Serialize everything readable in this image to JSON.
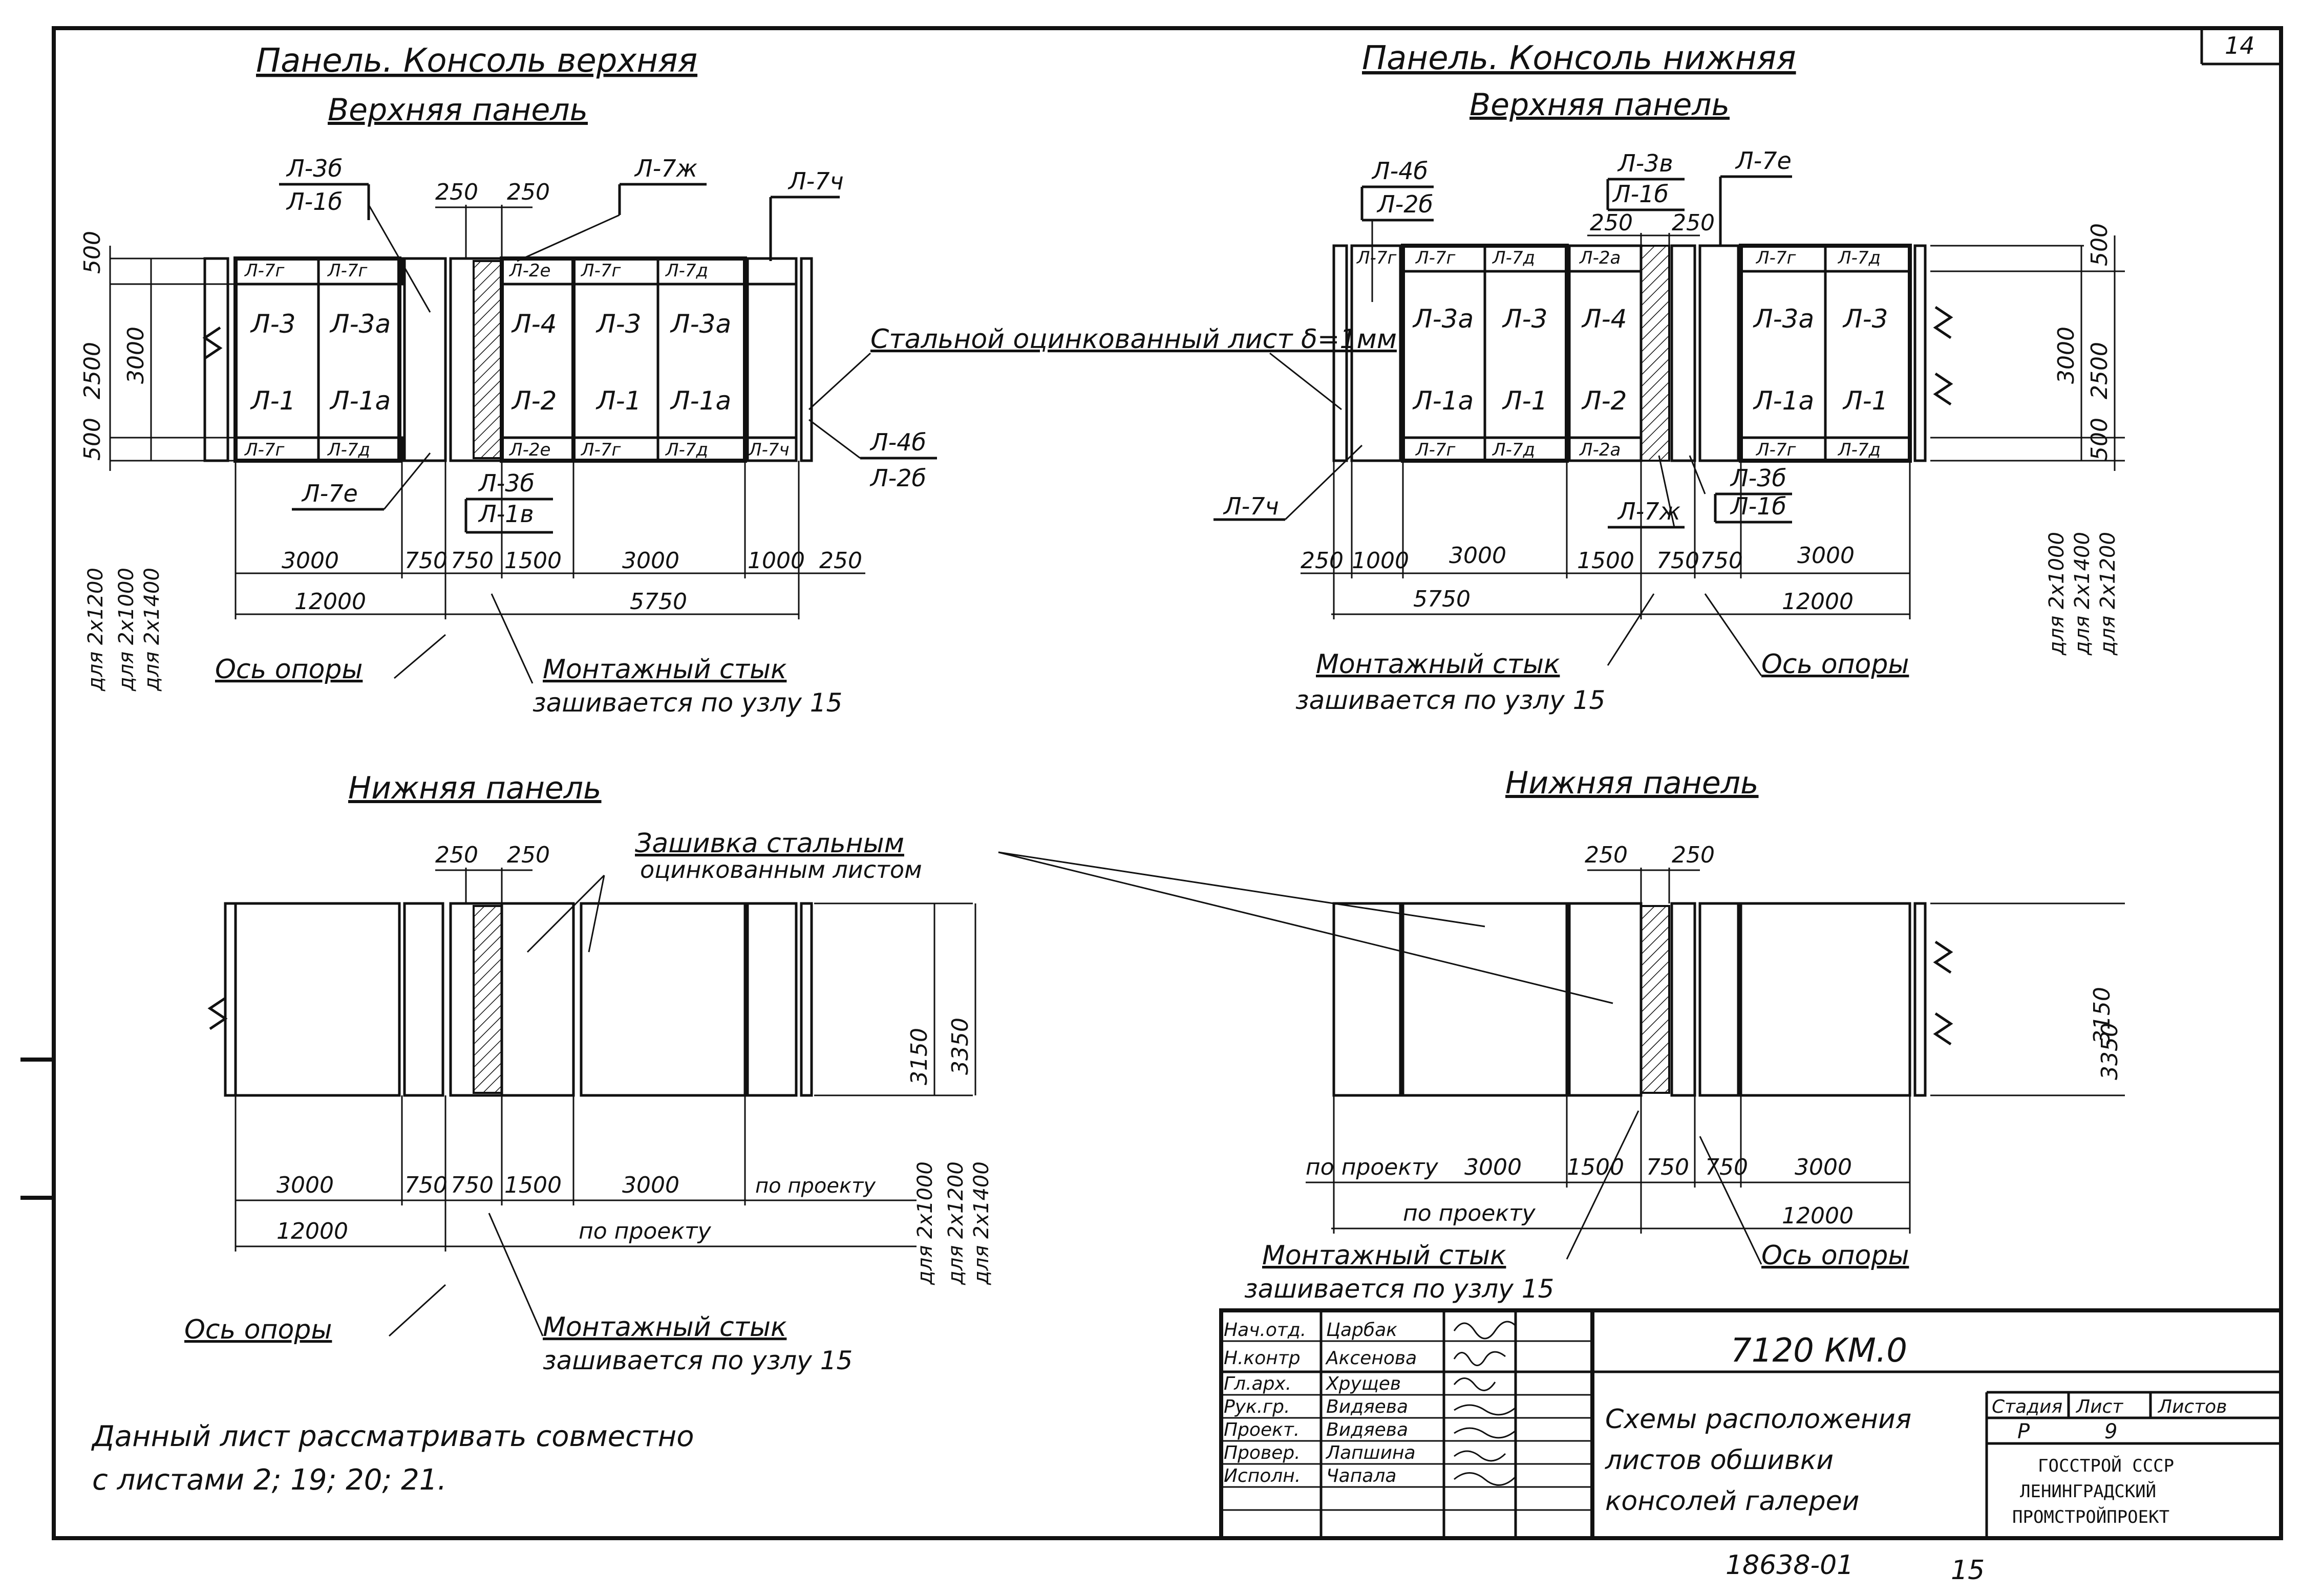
{
  "page_number": "14",
  "left": {
    "title": "Панель. Консоль верхняя",
    "upper": {
      "title": "Верхняя панель",
      "top_cells": [
        "Л-7г",
        "Л-7г",
        "Л-2е",
        "Л-7г",
        "Л-7д"
      ],
      "mid_top": [
        "Л-3",
        "Л-3а",
        "Л-4",
        "Л-3",
        "Л-3а"
      ],
      "mid_bottom": [
        "Л-1",
        "Л-1а",
        "Л-2",
        "Л-1",
        "Л-1а"
      ],
      "bottom_cells": [
        "Л-7г",
        "Л-7д",
        "Л-2е",
        "Л-7г",
        "Л-7д",
        "Л-7ч"
      ],
      "callouts": {
        "a": "Л-3б",
        "b": "Л-1б",
        "c": "Л-7ж",
        "d": "Л-7ч",
        "e": "Л-4б",
        "f": "Л-2б",
        "g": "Л-7е",
        "h": "Л-3б",
        "i": "Л-1в"
      },
      "dims_top": [
        "250",
        "250"
      ],
      "dims_left": [
        "500",
        "2500",
        "500",
        "3000"
      ],
      "dims_left_note": [
        "для 2х1200",
        "для 2х1000",
        "для 2х1400"
      ],
      "dims_bottom": [
        "3000",
        "750",
        "750",
        "1500",
        "3000",
        "1000",
        "250"
      ],
      "dims_total": [
        "12000",
        "5750"
      ]
    },
    "axis_label": "Ось опоры",
    "joint_label_1": "Монтажный стык",
    "joint_label_2": "зашивается по узлу 15",
    "lower": {
      "title": "Нижняя панель",
      "dims_top": [
        "250",
        "250"
      ],
      "dims_right": [
        "3150",
        "3350"
      ],
      "dims_right_note": [
        "для 2х1000",
        "для 2х1200",
        "для 2х1400"
      ],
      "dims_bottom": [
        "3000",
        "750",
        "750",
        "1500",
        "3000",
        "по проекту"
      ],
      "dims_total": [
        "12000",
        "по проекту"
      ]
    }
  },
  "right": {
    "title": "Панель. Консоль нижняя",
    "upper": {
      "title": "Верхняя панель",
      "top_cells": [
        "Л-7г",
        "Л-7г",
        "Л-7д",
        "Л-2а",
        "Л-7г",
        "Л-7д"
      ],
      "mid_top": [
        "Л-3а",
        "Л-3",
        "Л-4",
        "Л-3а",
        "Л-3"
      ],
      "mid_bottom": [
        "Л-1а",
        "Л-1",
        "Л-2",
        "Л-1а",
        "Л-1"
      ],
      "bottom_cells": [
        "Л-7г",
        "Л-7д",
        "Л-2а",
        "Л-7г",
        "Л-7д"
      ],
      "callouts": {
        "a": "Л-4б",
        "b": "Л-2б",
        "c": "Л-3в",
        "d": "Л-1б",
        "e": "Л-7е",
        "f": "Л-7ч",
        "g": "Л-7ж",
        "h": "Л-3б",
        "i": "Л-1б"
      },
      "dims_top": [
        "250",
        "250"
      ],
      "dims_right": [
        "500",
        "2500",
        "500",
        "3000"
      ],
      "dims_right_note": [
        "для 2х1000",
        "для 2х1400",
        "для 2х1200"
      ],
      "dims_bottom": [
        "250",
        "1000",
        "3000",
        "1500",
        "750",
        "750",
        "3000"
      ],
      "dims_total": [
        "5750",
        "12000"
      ]
    },
    "axis_label": "Ось опоры",
    "joint_label_1": "Монтажный стык",
    "joint_label_2": "зашивается по узлу 15",
    "lower": {
      "title": "Нижняя панель",
      "dims_top": [
        "250",
        "250"
      ],
      "dims_right": [
        "3150",
        "3350"
      ],
      "dims_bottom": [
        "по проекту",
        "3000",
        "1500",
        "750",
        "750",
        "3000"
      ],
      "dims_total": [
        "по проекту",
        "12000"
      ]
    }
  },
  "sheet_note": "Стальной оцинкованный лист δ=1мм",
  "cladding_note_1": "Зашивка стальным",
  "cladding_note_2": "оцинкованным листом",
  "footnote_1": "Данный лист рассматривать совместно",
  "footnote_2": "с листами 2; 19; 20; 21.",
  "title_block": {
    "code": "7120 КМ.0",
    "description": [
      "Схемы расположения",
      "листов обшивки",
      "консолей галереи"
    ],
    "roles": [
      "Нач.отд.",
      "Н.контр",
      "Гл.арх.",
      "Рук.гр.",
      "Проект.",
      "Провер.",
      "Исполн."
    ],
    "names": [
      "Царбак",
      "Аксенова",
      "Хрущев",
      "Видяева",
      "Видяева",
      "Лапшина",
      "Чапала"
    ],
    "stage_label": "Стадия",
    "sheet_label": "Лист",
    "sheets_label": "Листов",
    "stage": "Р",
    "sheet": "9",
    "org": [
      "ГОССТРОЙ СССР",
      "ЛЕНИНГРАДСКИЙ",
      "ПРОМСТРОЙПРОЕКТ"
    ]
  },
  "archive_number": "18638-01",
  "archive_page": "15"
}
